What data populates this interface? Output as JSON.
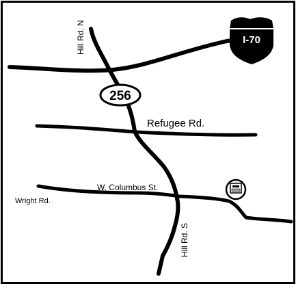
{
  "map": {
    "colors": {
      "background": "#ffffff",
      "road": "#000000",
      "shield": "#000000",
      "shield_text": "#ffffff",
      "border": "#000000"
    },
    "road_labels": {
      "hill_rd_n": "Hill Rd. N",
      "hill_rd_s": "Hill Rd. S",
      "refugee_rd": "Refugee Rd.",
      "w_columbus_st": "W. Columbus St.",
      "wright_rd": "Wright Rd."
    },
    "shields": {
      "interstate": "I-70",
      "state_route": "256"
    },
    "marker_icon": "destination-building-icon"
  }
}
